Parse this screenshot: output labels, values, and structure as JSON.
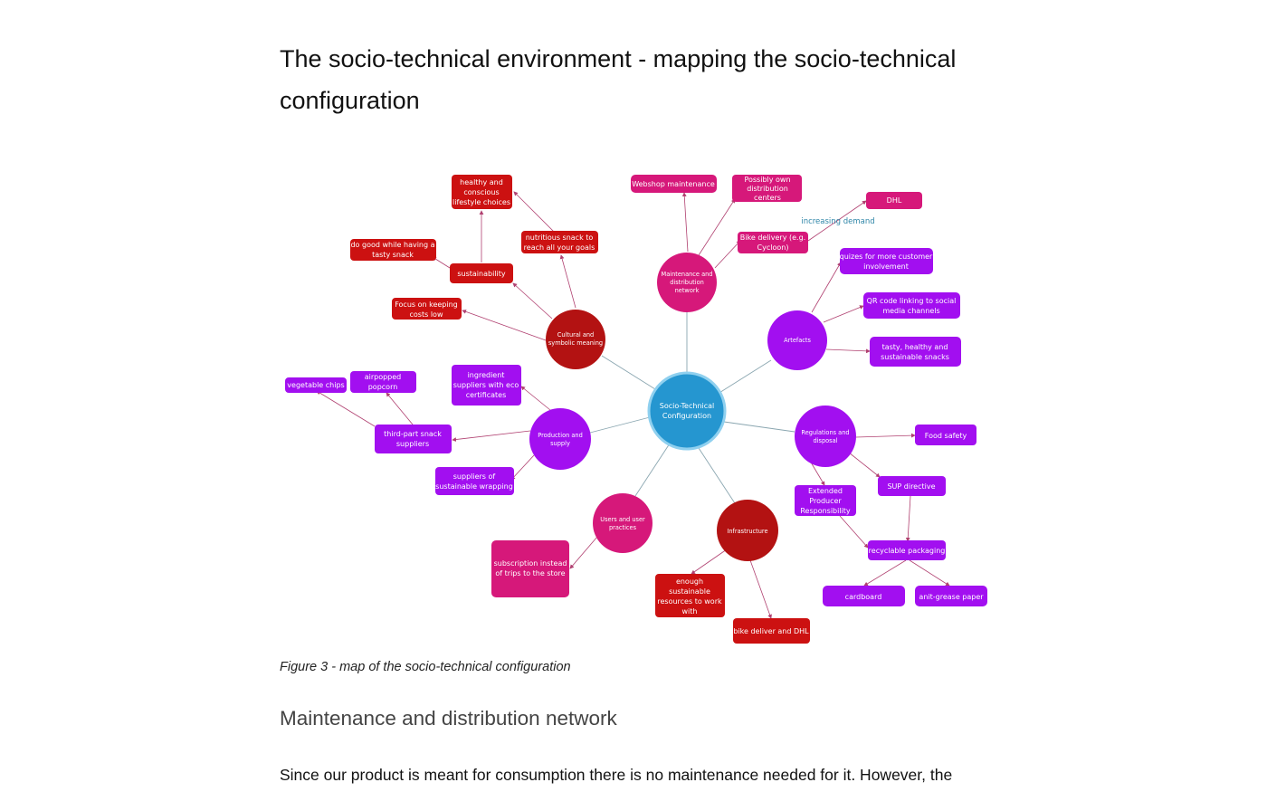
{
  "page": {
    "title": "The socio-technical environment - mapping the socio-technical configuration",
    "caption": "Figure 3 - map of the socio-technical configuration",
    "section_heading": "Maintenance and distribution network",
    "body_text": "Since our product is meant for consumption there is no maintenance needed for it. However, the"
  },
  "colors": {
    "dark_red": "#b31212",
    "red": "#cc1111",
    "magenta": "#d6187a",
    "purple": "#a20ff0",
    "center": "#2596d0",
    "edge": "#8aa6b0",
    "annotation": "#2f86a8"
  },
  "diagram": {
    "center": "Socio-Technical Configuration",
    "hubs": {
      "cultural": "Cultural and symbolic meaning",
      "maintenance": "Maintenance and distribution network",
      "artefacts": "Artefacts",
      "regulations": "Regulations and disposal",
      "infrastructure": "Infrastructure",
      "users": "Users and user practices",
      "production": "Production and supply"
    },
    "nodes": {
      "healthy": "healthy and conscious lifestyle choices",
      "nutritious": "nutritious snack to reach all your goals",
      "do_good": "do good while having a tasty snack",
      "sustainability": "sustainability",
      "costs": "Focus on keeping costs low",
      "webshop": "Webshop maintenance",
      "own_dc": "Possibly own distribution centers",
      "bike": "Bike delivery (e.g. Cycloon)",
      "dhl": "DHL",
      "increasing_demand": "increasing demand",
      "quizes": "quizes for more customer involvement",
      "qr": "QR code linking to social media channels",
      "tasty": "tasty, healthy and sustainable snacks",
      "food_safety": "Food safety",
      "sup": "SUP directive",
      "epr": "Extended Producer Responsibility",
      "recyclable": "recyclable packaging",
      "cardboard": "cardboard",
      "grease": "anit-grease paper",
      "enough": "enough sustainable resources to work with",
      "bike_dhl": "bike deliver and DHL",
      "subscription": "subscription instead of trips to the store",
      "eco_suppliers": "ingredient suppliers with eco certificates",
      "third_party": "third-part snack suppliers",
      "wrapping": "suppliers of sustainable wrapping",
      "chips": "vegetable chips",
      "popcorn": "airpopped popcorn"
    }
  }
}
